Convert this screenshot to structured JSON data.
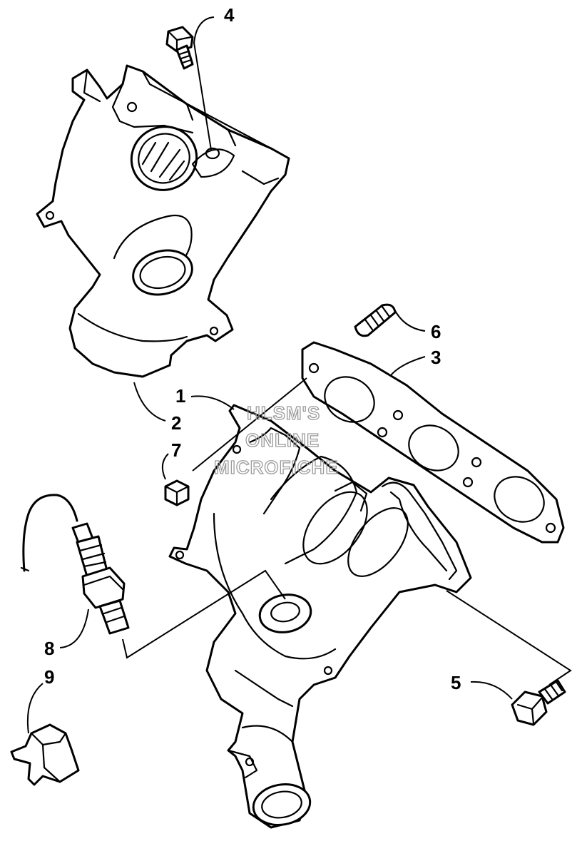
{
  "callouts": [
    "1",
    "2",
    "3",
    "4",
    "5",
    "6",
    "7",
    "8",
    "9"
  ],
  "watermark": {
    "line1": "HLSM'S",
    "line2": "ONLINE",
    "line3": "MICROFICHE"
  }
}
